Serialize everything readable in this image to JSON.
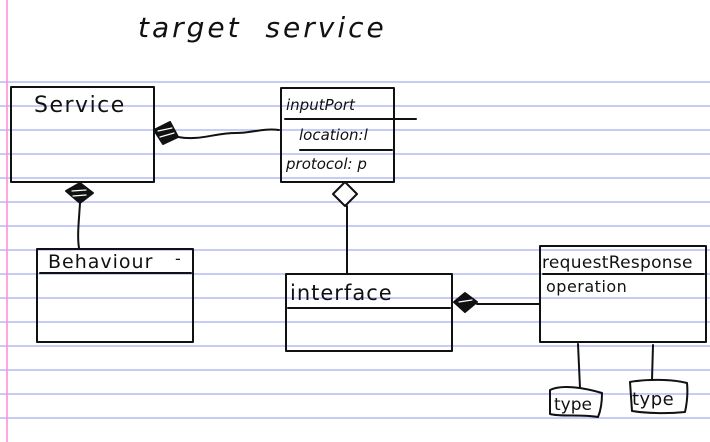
{
  "title": "target  service",
  "paper": {
    "line_color": "#8f97f2",
    "margin_color": "#ff8ad8",
    "ink_color": "#111111"
  },
  "classes": {
    "service": {
      "name": "Service"
    },
    "behaviour": {
      "name": "Behaviour",
      "mark": "-"
    },
    "input_port": {
      "name": "inputPort",
      "attr_location": "location:l",
      "attr_protocol": "protocol: p"
    },
    "interface": {
      "name": "interface"
    },
    "request_response": {
      "name_line1": "requestResponse",
      "name_line2": "operation"
    }
  },
  "types": {
    "left": "type",
    "right": "type"
  }
}
